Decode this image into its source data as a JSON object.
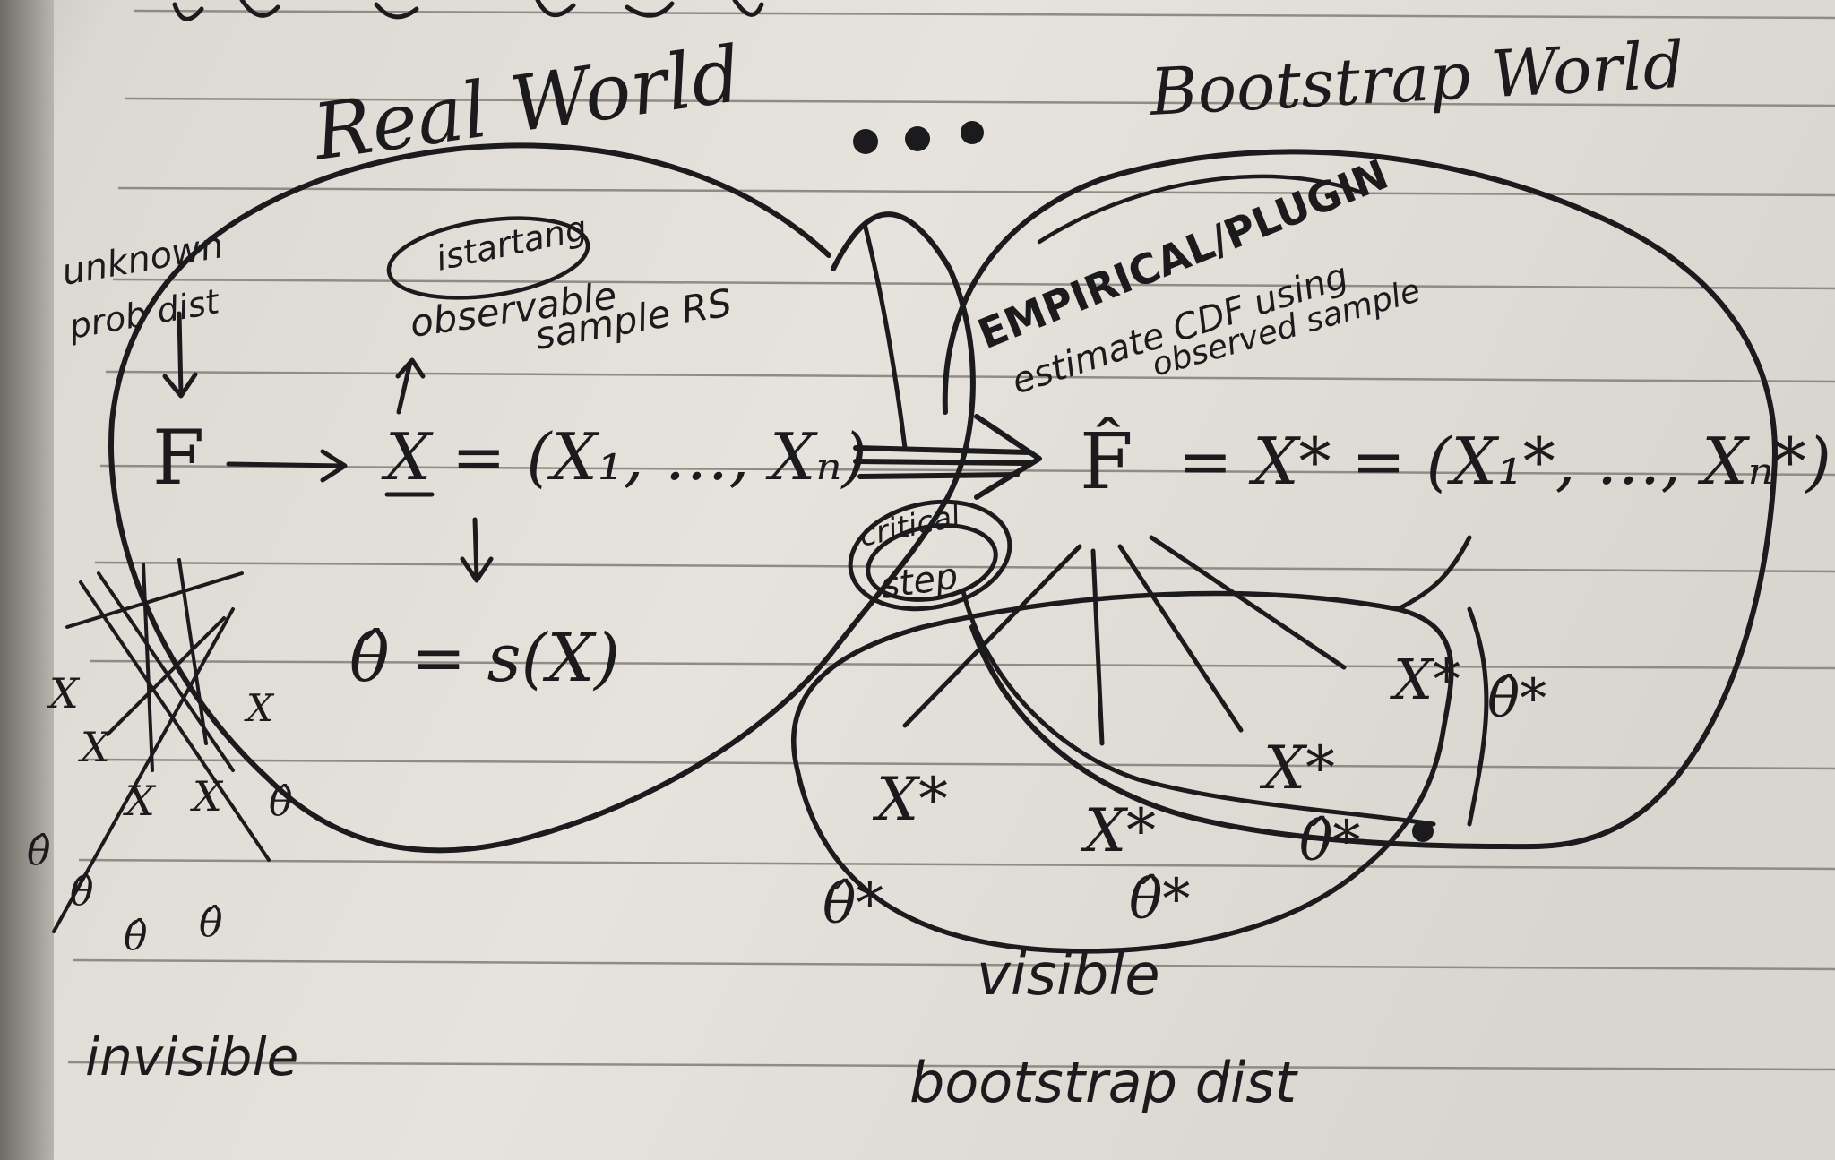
{
  "page": {
    "colors": {
      "paper": "#e4e0da",
      "paper_shadow": "#c9c5bf",
      "ink": "#1b1a1d",
      "rule_line": "#8f8b86",
      "binding_shadow": "#6f6c66"
    }
  },
  "notes": {
    "real_world_title": "Real World",
    "bootstrap_world_title": "Bootstrap World",
    "unknown_line1": "unknown",
    "unknown_line2": "prob dist",
    "istartang": "istartang",
    "observable_line1": "observable",
    "observable_line2": "sample RS",
    "empirical_plugin": "EMPIRICAL/PLUGIN",
    "estimate_cdf": "estimate CDF using",
    "observed_sample": "observed sample",
    "critical_line1": "critical",
    "critical_line2": "step",
    "invisible": "invisible",
    "visible": "visible",
    "bootstrap_dist": "bootstrap dist"
  },
  "math": {
    "f_symbol": "F",
    "x_sample": "X = (X₁, …, Xₙ)",
    "theta_hat": "θ̂ = s(X)",
    "f_hat": "F̂",
    "x_star": "= X* = (X₁*, …, Xₙ*)",
    "x_star_label": "X*",
    "theta_hat_star": "θ̂*",
    "x_small": "X",
    "theta_small": "θ̂"
  }
}
